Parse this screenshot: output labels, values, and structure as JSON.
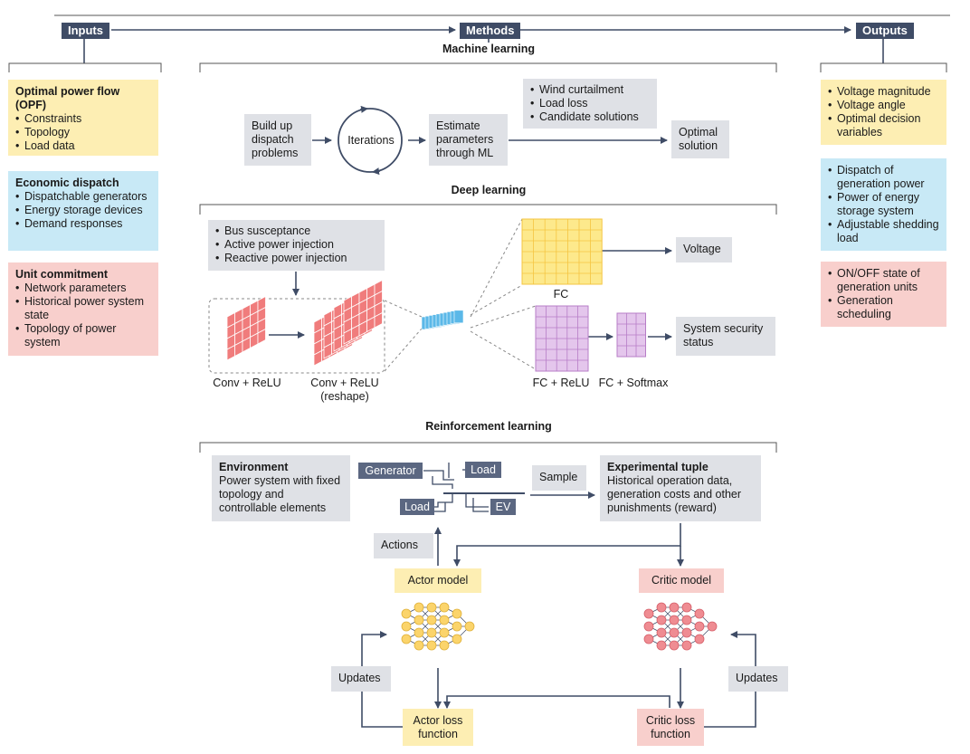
{
  "headers": {
    "inputs": "Inputs",
    "methods": "Methods",
    "outputs": "Outputs"
  },
  "sections": {
    "ml": "Machine learning",
    "dl": "Deep learning",
    "rl": "Reinforcement learning"
  },
  "inputs": {
    "opf": {
      "title": "Optimal power flow (OPF)",
      "items": [
        "Constraints",
        "Topology",
        "Load data"
      ]
    },
    "economic": {
      "title": "Economic dispatch",
      "items": [
        "Dispatchable generators",
        "Energy storage devices",
        "Demand responses"
      ]
    },
    "unit": {
      "title": "Unit commitment",
      "items": [
        "Network parameters",
        "Historical power system state",
        "Topology of power system"
      ]
    }
  },
  "outputs": {
    "o1": [
      "Voltage magnitude",
      "Voltage angle",
      "Optimal decision variables"
    ],
    "o2": [
      "Dispatch of generation power",
      "Power of energy storage system",
      "Adjustable shedding load"
    ],
    "o3": [
      "ON/OFF state of generation units",
      "Generation scheduling"
    ]
  },
  "ml": {
    "build": "Build up dispatch problems",
    "iterations": "Iterations",
    "estimate": "Estimate parameters through ML",
    "list": [
      "Wind curtailment",
      "Load loss",
      "Candidate solutions"
    ],
    "optimal": "Optimal solution"
  },
  "dl": {
    "inputs": [
      "Bus susceptance",
      "Active power injection",
      "Reactive power injection"
    ],
    "conv1": "Conv + ReLU",
    "conv2": "Conv + ReLU",
    "conv2_sub": "(reshape)",
    "fc": "FC",
    "voltage": "Voltage",
    "fc_relu": "FC + ReLU",
    "fc_softmax": "FC + Softmax",
    "security": "System security status"
  },
  "rl": {
    "env_title": "Environment",
    "env_text": "Power system with fixed topology and controllable elements",
    "generator": "Generator",
    "load_top": "Load",
    "load_bottom": "Load",
    "ev": "EV",
    "sample": "Sample",
    "tuple_title": "Experimental tuple",
    "tuple_text": "Historical operation data, generation costs and other punishments (reward)",
    "actions": "Actions",
    "actor": "Actor model",
    "critic": "Critic model",
    "updates_left": "Updates",
    "updates_right": "Updates",
    "actor_loss": "Actor loss function",
    "critic_loss": "Critic loss function"
  },
  "colors": {
    "header": "#3f4c66",
    "yellow": "#fdeeb3",
    "blue": "#c8e9f6",
    "pink": "#f8cfcc",
    "grey": "#dfe1e6",
    "arrow": "#3f4c66"
  }
}
